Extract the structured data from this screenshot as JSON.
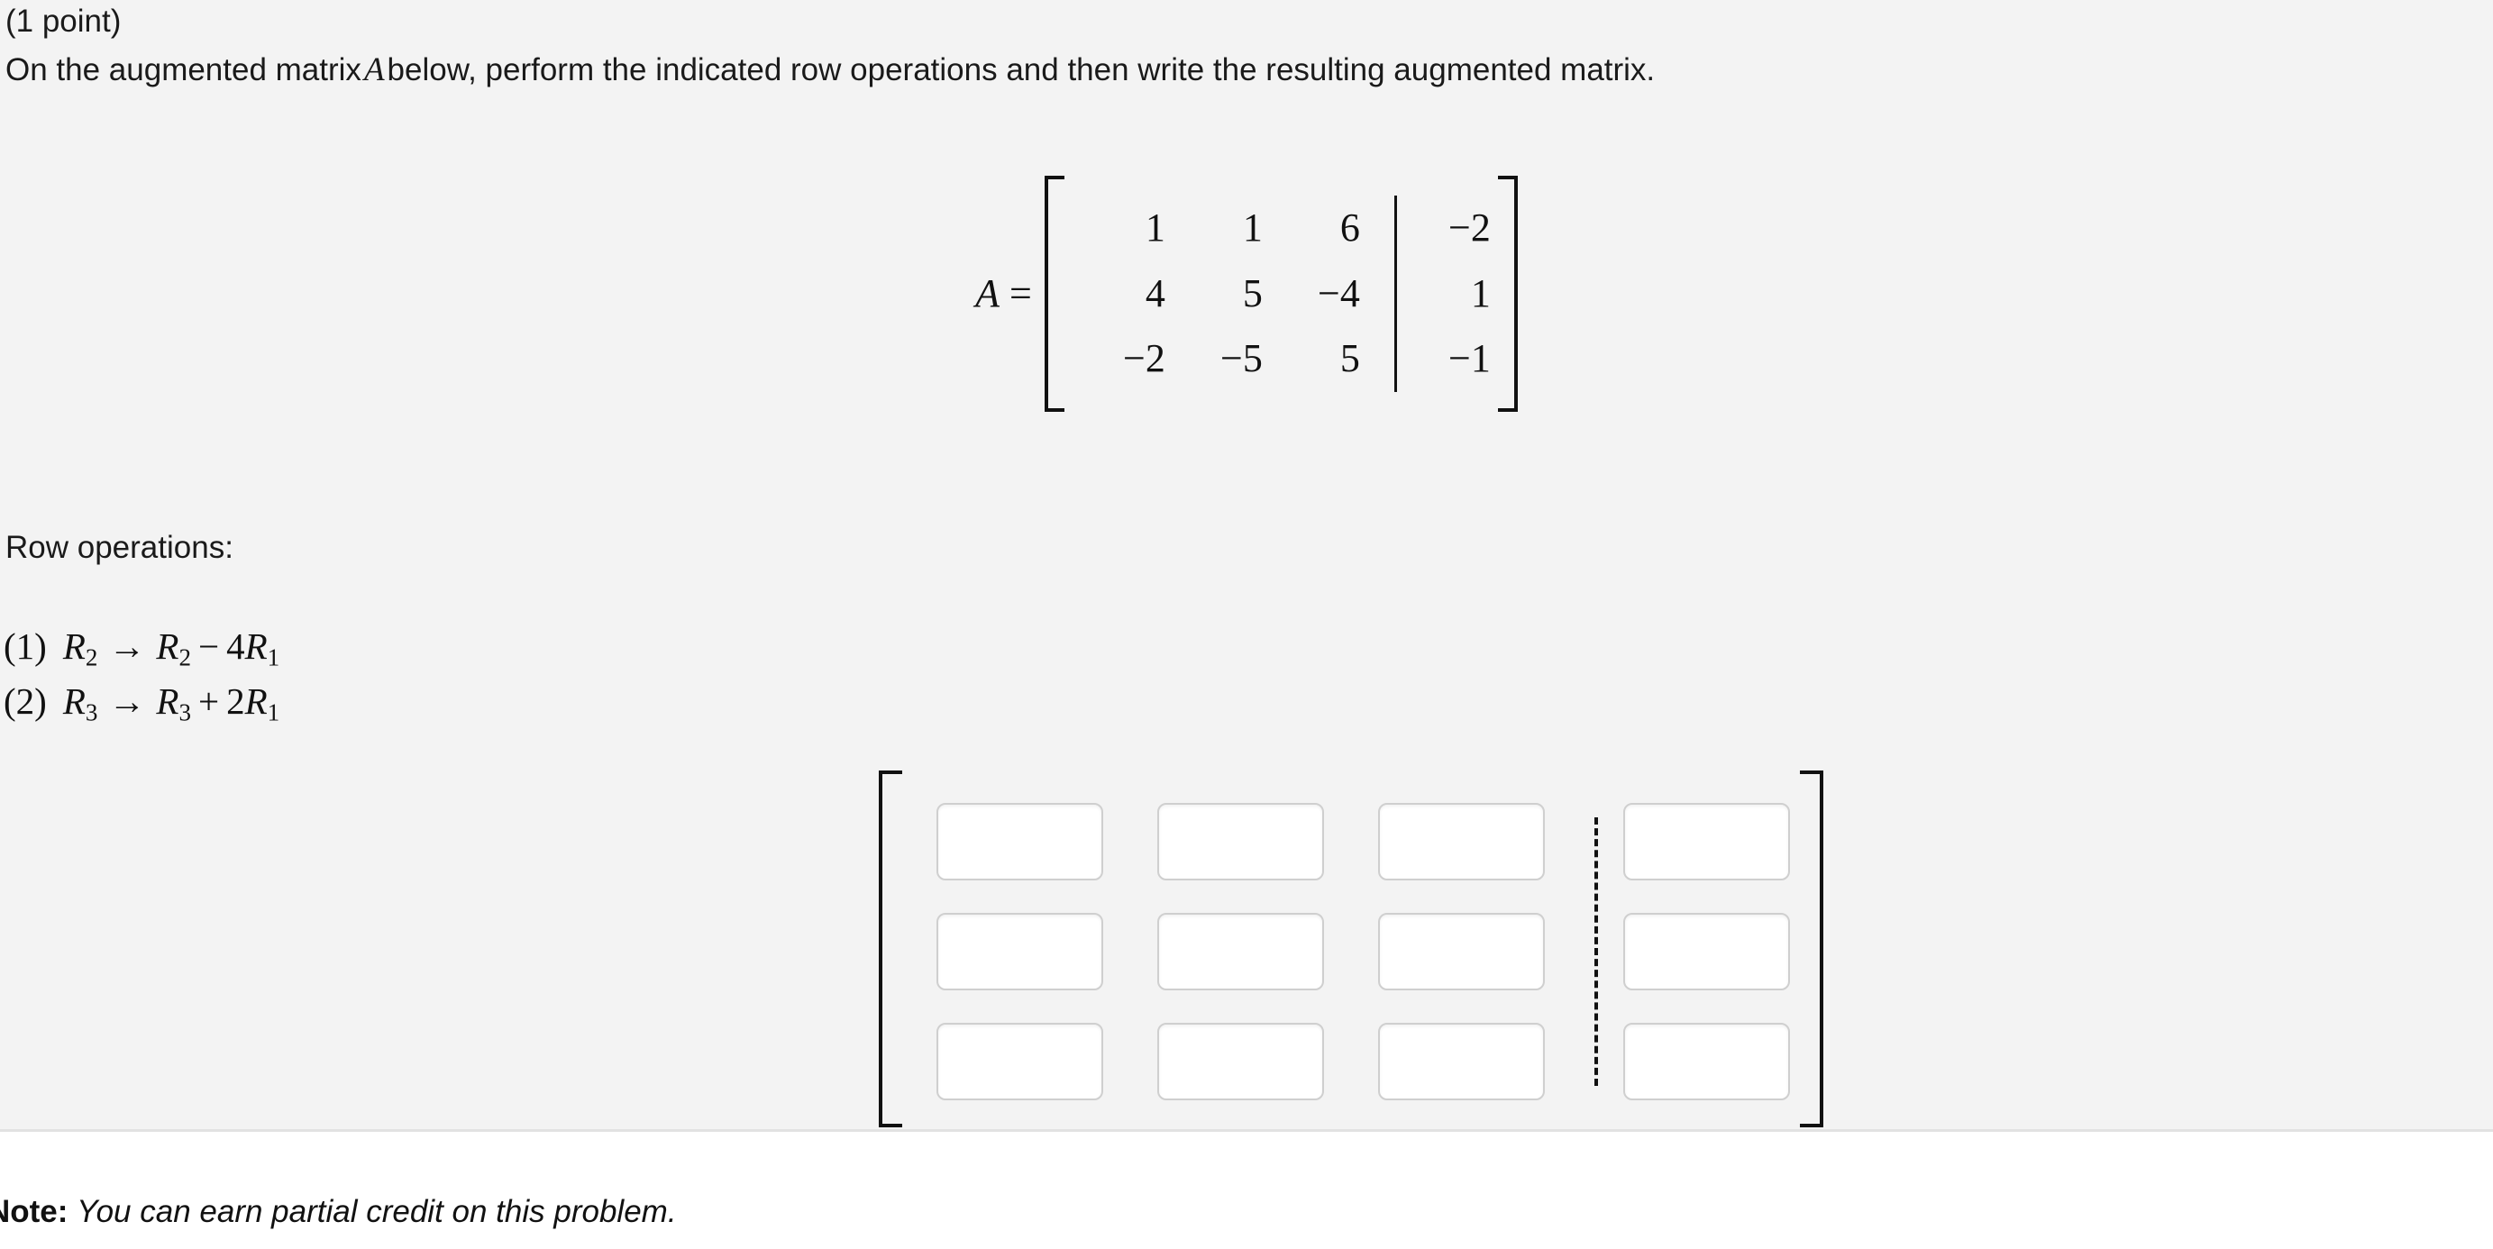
{
  "problem": {
    "points_label": "(1 point)",
    "prompt_before": "On the augmented matrix",
    "prompt_variable": "A",
    "prompt_after": "below, perform the indicated row operations and then write the resulting augmented matrix."
  },
  "matrix_display": {
    "label_variable": "A",
    "label_equals": "=",
    "rows": [
      [
        "1",
        "1",
        "6",
        "−2"
      ],
      [
        "4",
        "5",
        "−4",
        "1"
      ],
      [
        "−2",
        "−5",
        "5",
        "−1"
      ]
    ],
    "augmented_column_index": 3,
    "bracket_style": "square",
    "divider_style": "solid"
  },
  "row_operations": {
    "heading": "Row operations:",
    "items": [
      {
        "index": "(1)",
        "target": "R",
        "target_sub": "2",
        "arrow": "→",
        "result_first": "R",
        "result_first_sub": "2",
        "operator": "−",
        "coefficient": "4",
        "result_second": "R",
        "result_second_sub": "1"
      },
      {
        "index": "(2)",
        "target": "R",
        "target_sub": "3",
        "arrow": "→",
        "result_first": "R",
        "result_first_sub": "3",
        "operator": "+",
        "coefficient": "2",
        "result_second": "R",
        "result_second_sub": "1"
      }
    ]
  },
  "answer_matrix": {
    "rows": 3,
    "cols": 4,
    "augmented_column_index": 3,
    "divider_style": "dashed",
    "bracket_style": "square",
    "cells": [
      [
        "",
        "",
        "",
        ""
      ],
      [
        "",
        "",
        "",
        ""
      ],
      [
        "",
        "",
        "",
        ""
      ]
    ],
    "placeholder": ""
  },
  "footer": {
    "note_label": "Note:",
    "note_text": "You can earn partial credit on this problem."
  },
  "colors": {
    "panel_background": "#f3f3f3",
    "page_background": "#ffffff",
    "text": "#1a1a1a",
    "math_text": "#111111",
    "input_border": "#cfcfcf",
    "divider": "#e2e2e2"
  }
}
